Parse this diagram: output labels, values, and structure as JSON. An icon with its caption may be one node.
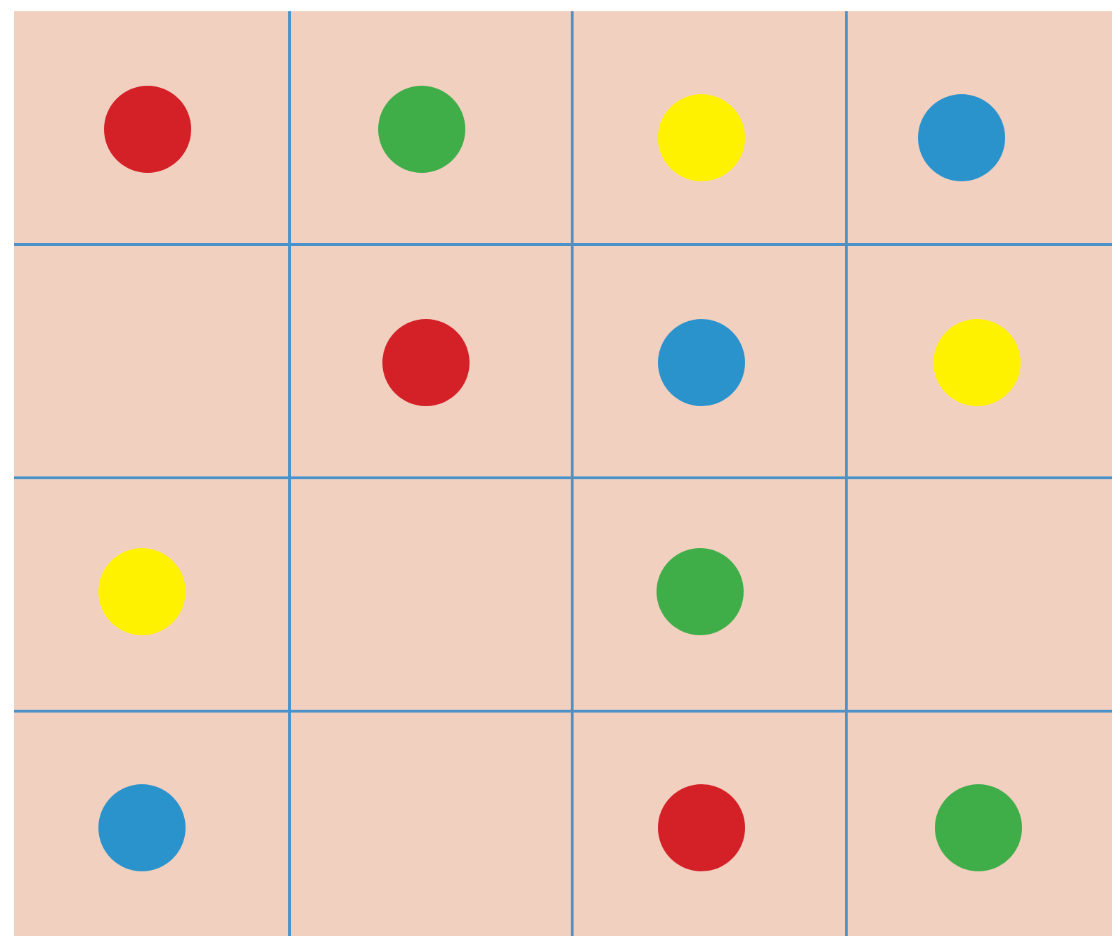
{
  "diagram": {
    "nodes": [
      {
        "text": [],
        "shape": "circle"
      },
      {
        "text": [],
        "shape": "circle"
      },
      {
        "text": [],
        "shape": "circle"
      },
      {
        "text": [],
        "shape": "circle"
      },
      {
        "text": [],
        "shape": "circle"
      },
      {
        "text": [],
        "shape": "circle"
      },
      {
        "text": [],
        "shape": "circle"
      },
      {
        "text": [],
        "shape": "circle"
      },
      {
        "text": [],
        "shape": "circle"
      },
      {
        "text": [],
        "shape": "circle"
      },
      {
        "text": [],
        "shape": "circle"
      },
      {
        "text": [],
        "shape": "circle"
      }
    ]
  }
}
